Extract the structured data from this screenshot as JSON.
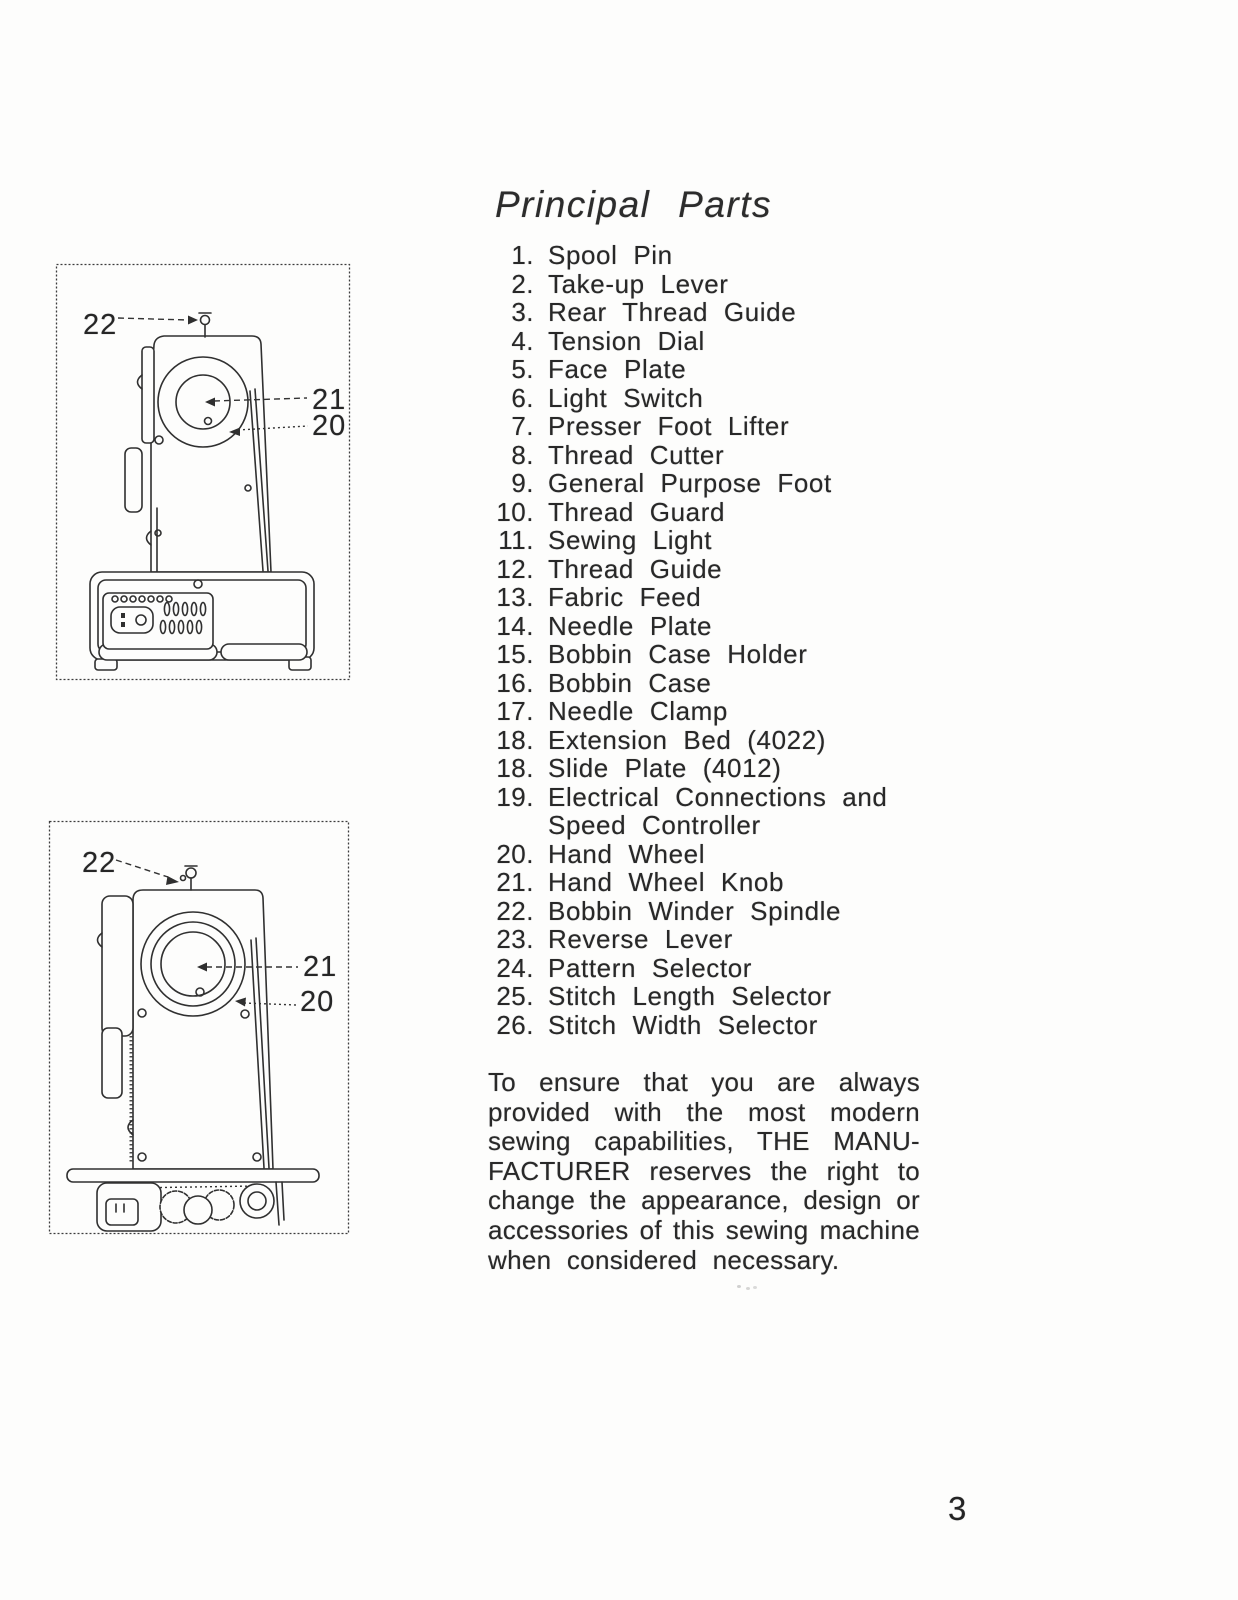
{
  "page": {
    "title": "Principal Parts",
    "page_number": "3"
  },
  "parts_list": {
    "items": [
      {
        "num": "1.",
        "label": "Spool Pin"
      },
      {
        "num": "2.",
        "label": "Take-up Lever"
      },
      {
        "num": "3.",
        "label": "Rear Thread Guide"
      },
      {
        "num": "4.",
        "label": "Tension Dial"
      },
      {
        "num": "5.",
        "label": "Face Plate"
      },
      {
        "num": "6.",
        "label": "Light Switch"
      },
      {
        "num": "7.",
        "label": "Presser Foot Lifter"
      },
      {
        "num": "8.",
        "label": "Thread Cutter"
      },
      {
        "num": "9.",
        "label": "General Purpose Foot"
      },
      {
        "num": "10.",
        "label": "Thread Guard"
      },
      {
        "num": "11.",
        "label": "Sewing Light"
      },
      {
        "num": "12.",
        "label": "Thread Guide"
      },
      {
        "num": "13.",
        "label": "Fabric Feed"
      },
      {
        "num": "14.",
        "label": "Needle Plate"
      },
      {
        "num": "15.",
        "label": "Bobbin Case Holder"
      },
      {
        "num": "16.",
        "label": "Bobbin Case"
      },
      {
        "num": "17.",
        "label": "Needle Clamp"
      },
      {
        "num": "18.",
        "label": "Extension Bed (4022)"
      },
      {
        "num": "18.",
        "label": "Slide Plate (4012)"
      },
      {
        "num": "19.",
        "label": "Electrical Connections and\nSpeed Controller"
      },
      {
        "num": "20.",
        "label": "Hand Wheel"
      },
      {
        "num": "21.",
        "label": "Hand Wheel Knob"
      },
      {
        "num": "22.",
        "label": "Bobbin Winder Spindle"
      },
      {
        "num": "23.",
        "label": "Reverse Lever"
      },
      {
        "num": "24.",
        "label": "Pattern Selector"
      },
      {
        "num": "25.",
        "label": "Stitch Length Selector"
      },
      {
        "num": "26.",
        "label": "Stitch Width Selector"
      }
    ]
  },
  "notice": {
    "lines": [
      "To ensure that you are always",
      "provided with the most modern",
      "sewing capabilities, THE MANU-",
      "FACTURER reserves the right to",
      "change the appearance, design or",
      "accessories of this sewing machine",
      "when considered necessary."
    ]
  },
  "figures": {
    "top": {
      "callouts": [
        "22",
        "21",
        "20"
      ]
    },
    "bottom": {
      "callouts": [
        "22",
        "21",
        "20"
      ]
    }
  }
}
